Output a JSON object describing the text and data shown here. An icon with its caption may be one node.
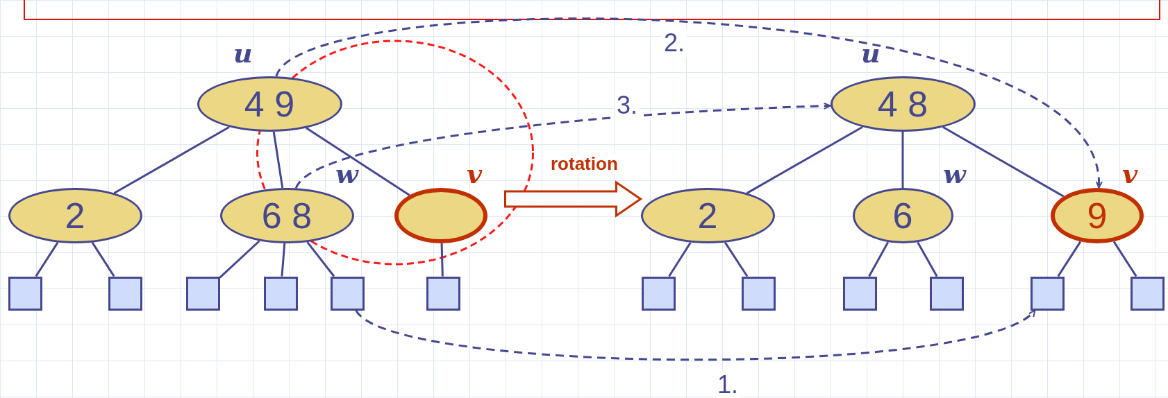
{
  "diagram": {
    "nodes": [
      {
        "text": [
          "4 9"
        ],
        "beside": [
          "u"
        ]
      },
      {
        "text": [
          "2"
        ]
      },
      {
        "text": [
          "6 8"
        ],
        "beside": [
          "w"
        ]
      },
      {
        "text": [],
        "shape": "circle",
        "beside": [
          "v"
        ]
      },
      {
        "text": [],
        "shape": "box"
      },
      {
        "text": [],
        "shape": "box"
      },
      {
        "text": [],
        "shape": "box"
      },
      {
        "text": [],
        "shape": "box"
      },
      {
        "text": [],
        "shape": "box"
      },
      {
        "text": [],
        "shape": "box"
      },
      {
        "text": [
          "4 8"
        ],
        "beside": [
          "u"
        ]
      },
      {
        "text": [
          "2"
        ]
      },
      {
        "text": [
          "6"
        ],
        "beside": [
          "w"
        ]
      },
      {
        "text": [
          "9"
        ],
        "beside": [
          "v"
        ]
      },
      {
        "text": [],
        "shape": "box"
      },
      {
        "text": [],
        "shape": "box"
      },
      {
        "text": [],
        "shape": "box"
      },
      {
        "text": [],
        "shape": "box"
      },
      {
        "text": [],
        "shape": "box"
      },
      {
        "text": [],
        "shape": "box"
      }
    ],
    "edges": [
      {
        "from": 0,
        "to": 1,
        "arrow": "none"
      },
      {
        "from": 0,
        "to": 2,
        "arrow": "none"
      },
      {
        "from": 0,
        "to": 3,
        "arrow": "none"
      },
      {
        "from": 1,
        "to": 4,
        "arrow": "none"
      },
      {
        "from": 1,
        "to": 5,
        "arrow": "none"
      },
      {
        "from": 2,
        "to": 6,
        "arrow": "none"
      },
      {
        "from": 2,
        "to": 7,
        "arrow": "none"
      },
      {
        "from": 2,
        "to": 8,
        "arrow": "none"
      },
      {
        "from": 3,
        "to": 9,
        "arrow": "none"
      },
      {
        "from": 10,
        "to": 11,
        "arrow": "none"
      },
      {
        "from": 10,
        "to": 12,
        "arrow": "none"
      },
      {
        "from": 10,
        "to": 13,
        "arrow": "none"
      },
      {
        "from": 11,
        "to": 14,
        "arrow": "none"
      },
      {
        "from": 11,
        "to": 15,
        "arrow": "none"
      },
      {
        "from": 12,
        "to": 16,
        "arrow": "none"
      },
      {
        "from": 12,
        "to": 17,
        "arrow": "none"
      },
      {
        "from": 13,
        "to": 18,
        "arrow": "none"
      },
      {
        "from": 13,
        "to": 19,
        "arrow": "none"
      },
      {
        "from": null,
        "to": 11,
        "arrow": "to",
        "label": "rotation",
        "style": "thick",
        "color": "#c03000"
      },
      {
        "from": 8,
        "to": 18,
        "arrow": "to",
        "label": "1.",
        "style": "dashed"
      },
      {
        "from": 0,
        "to": 13,
        "arrow": "to",
        "label": "2.",
        "style": "dashed"
      },
      {
        "from": 2,
        "to": 10,
        "arrow": "to",
        "label": "3.",
        "style": "dashed"
      }
    ]
  }
}
